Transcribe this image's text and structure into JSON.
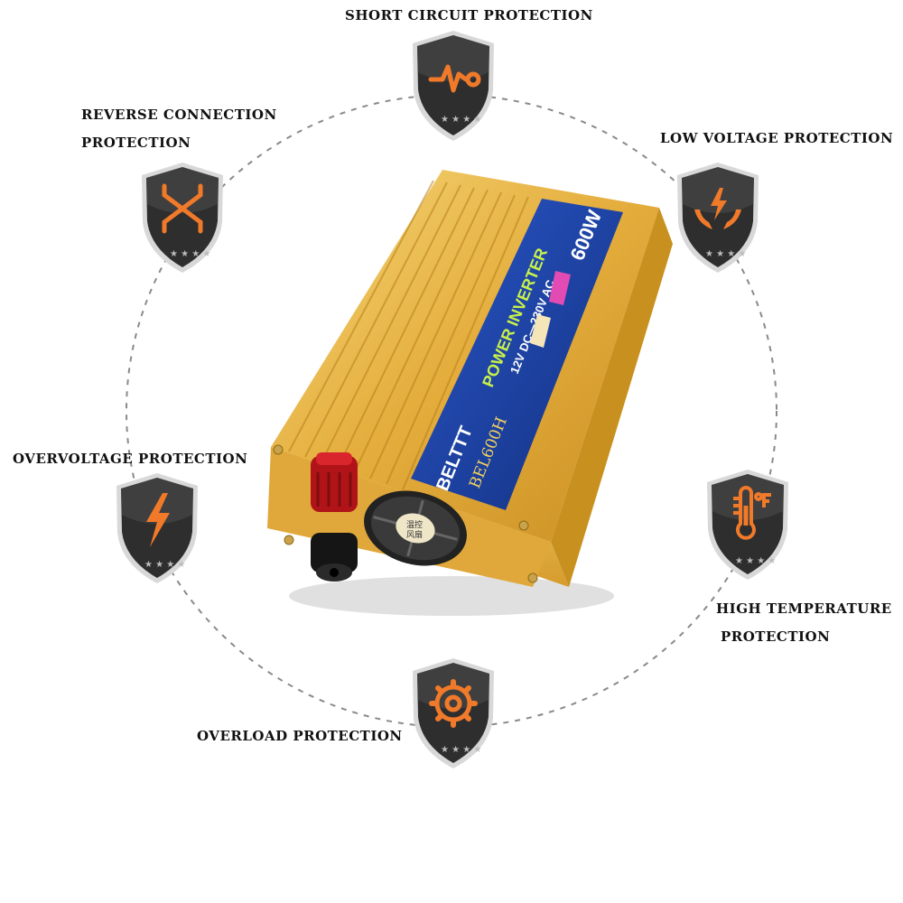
{
  "features": {
    "short_circuit": {
      "label": "SHORT CIRCUIT PROTECTION",
      "icon": "pulse-circuit-icon"
    },
    "reverse_connection": {
      "label_line1": "REVERSE CONNECTION",
      "label_line2": "PROTECTION",
      "icon": "crossed-arrows-icon"
    },
    "low_voltage": {
      "label": "LOW VOLTAGE PROTECTION",
      "icon": "bolt-hands-icon"
    },
    "overvoltage": {
      "label": "OVERVOLTAGE PROTECTION",
      "icon": "lightning-bolt-icon"
    },
    "high_temperature": {
      "label_line1": "HIGH TEMPERATURE",
      "label_line2": "PROTECTION",
      "icon": "thermometer-icon"
    },
    "overload": {
      "label": "OVERLOAD PROTECTION",
      "icon": "gear-icon"
    }
  },
  "product": {
    "brand": "BELTTT",
    "model": "BEL600H",
    "type": "POWER INVERTER",
    "spec": "12V DC—230V AC",
    "power": "600W",
    "fan_label_1": "温控",
    "fan_label_2": "风扇"
  },
  "colors": {
    "shield_dark": "#2b2b2b",
    "shield_edge": "#cfcfcf",
    "icon_orange": "#f07a2a",
    "housing_gold": "#e8b84a",
    "label_blue": "#1a3a9a",
    "text_green": "#c8f04a"
  }
}
